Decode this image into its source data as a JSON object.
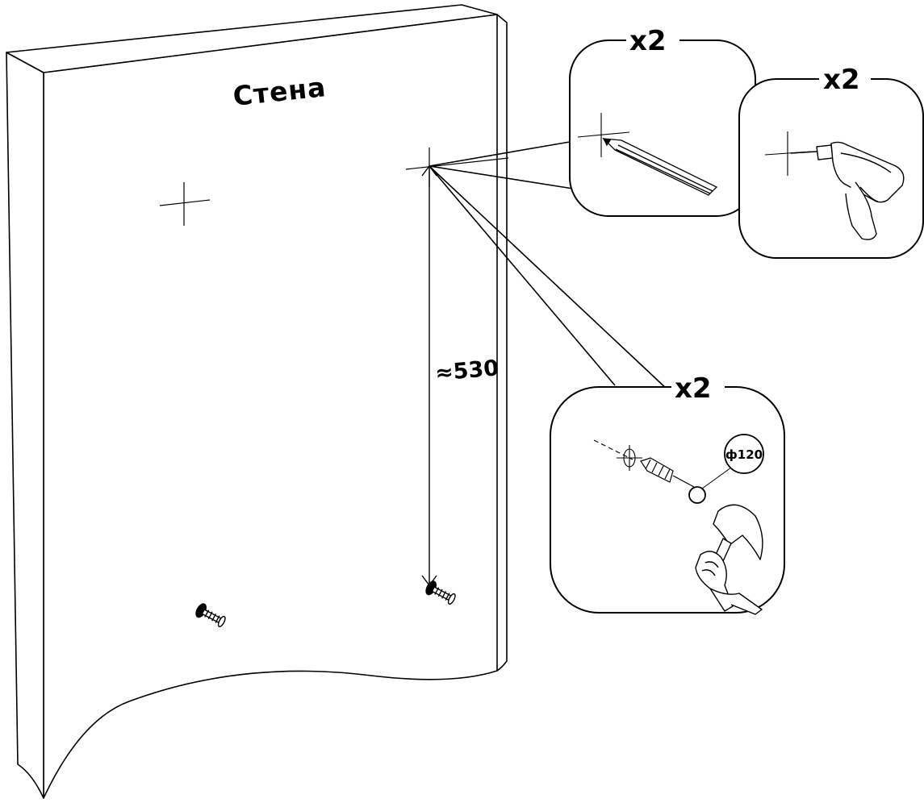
{
  "diagram": {
    "wall_label": "Стена",
    "dimension_label": "≈530",
    "callouts": [
      {
        "id": "pencil",
        "count_label": "x2",
        "tool_icon": "pencil-icon"
      },
      {
        "id": "drill",
        "count_label": "x2",
        "tool_icon": "drill-icon"
      },
      {
        "id": "anchor",
        "count_label": "x2",
        "tool_icon": "hammer-icon",
        "hook_label": "ф120"
      }
    ],
    "colors": {
      "line": "#000000",
      "background": "#ffffff"
    }
  }
}
